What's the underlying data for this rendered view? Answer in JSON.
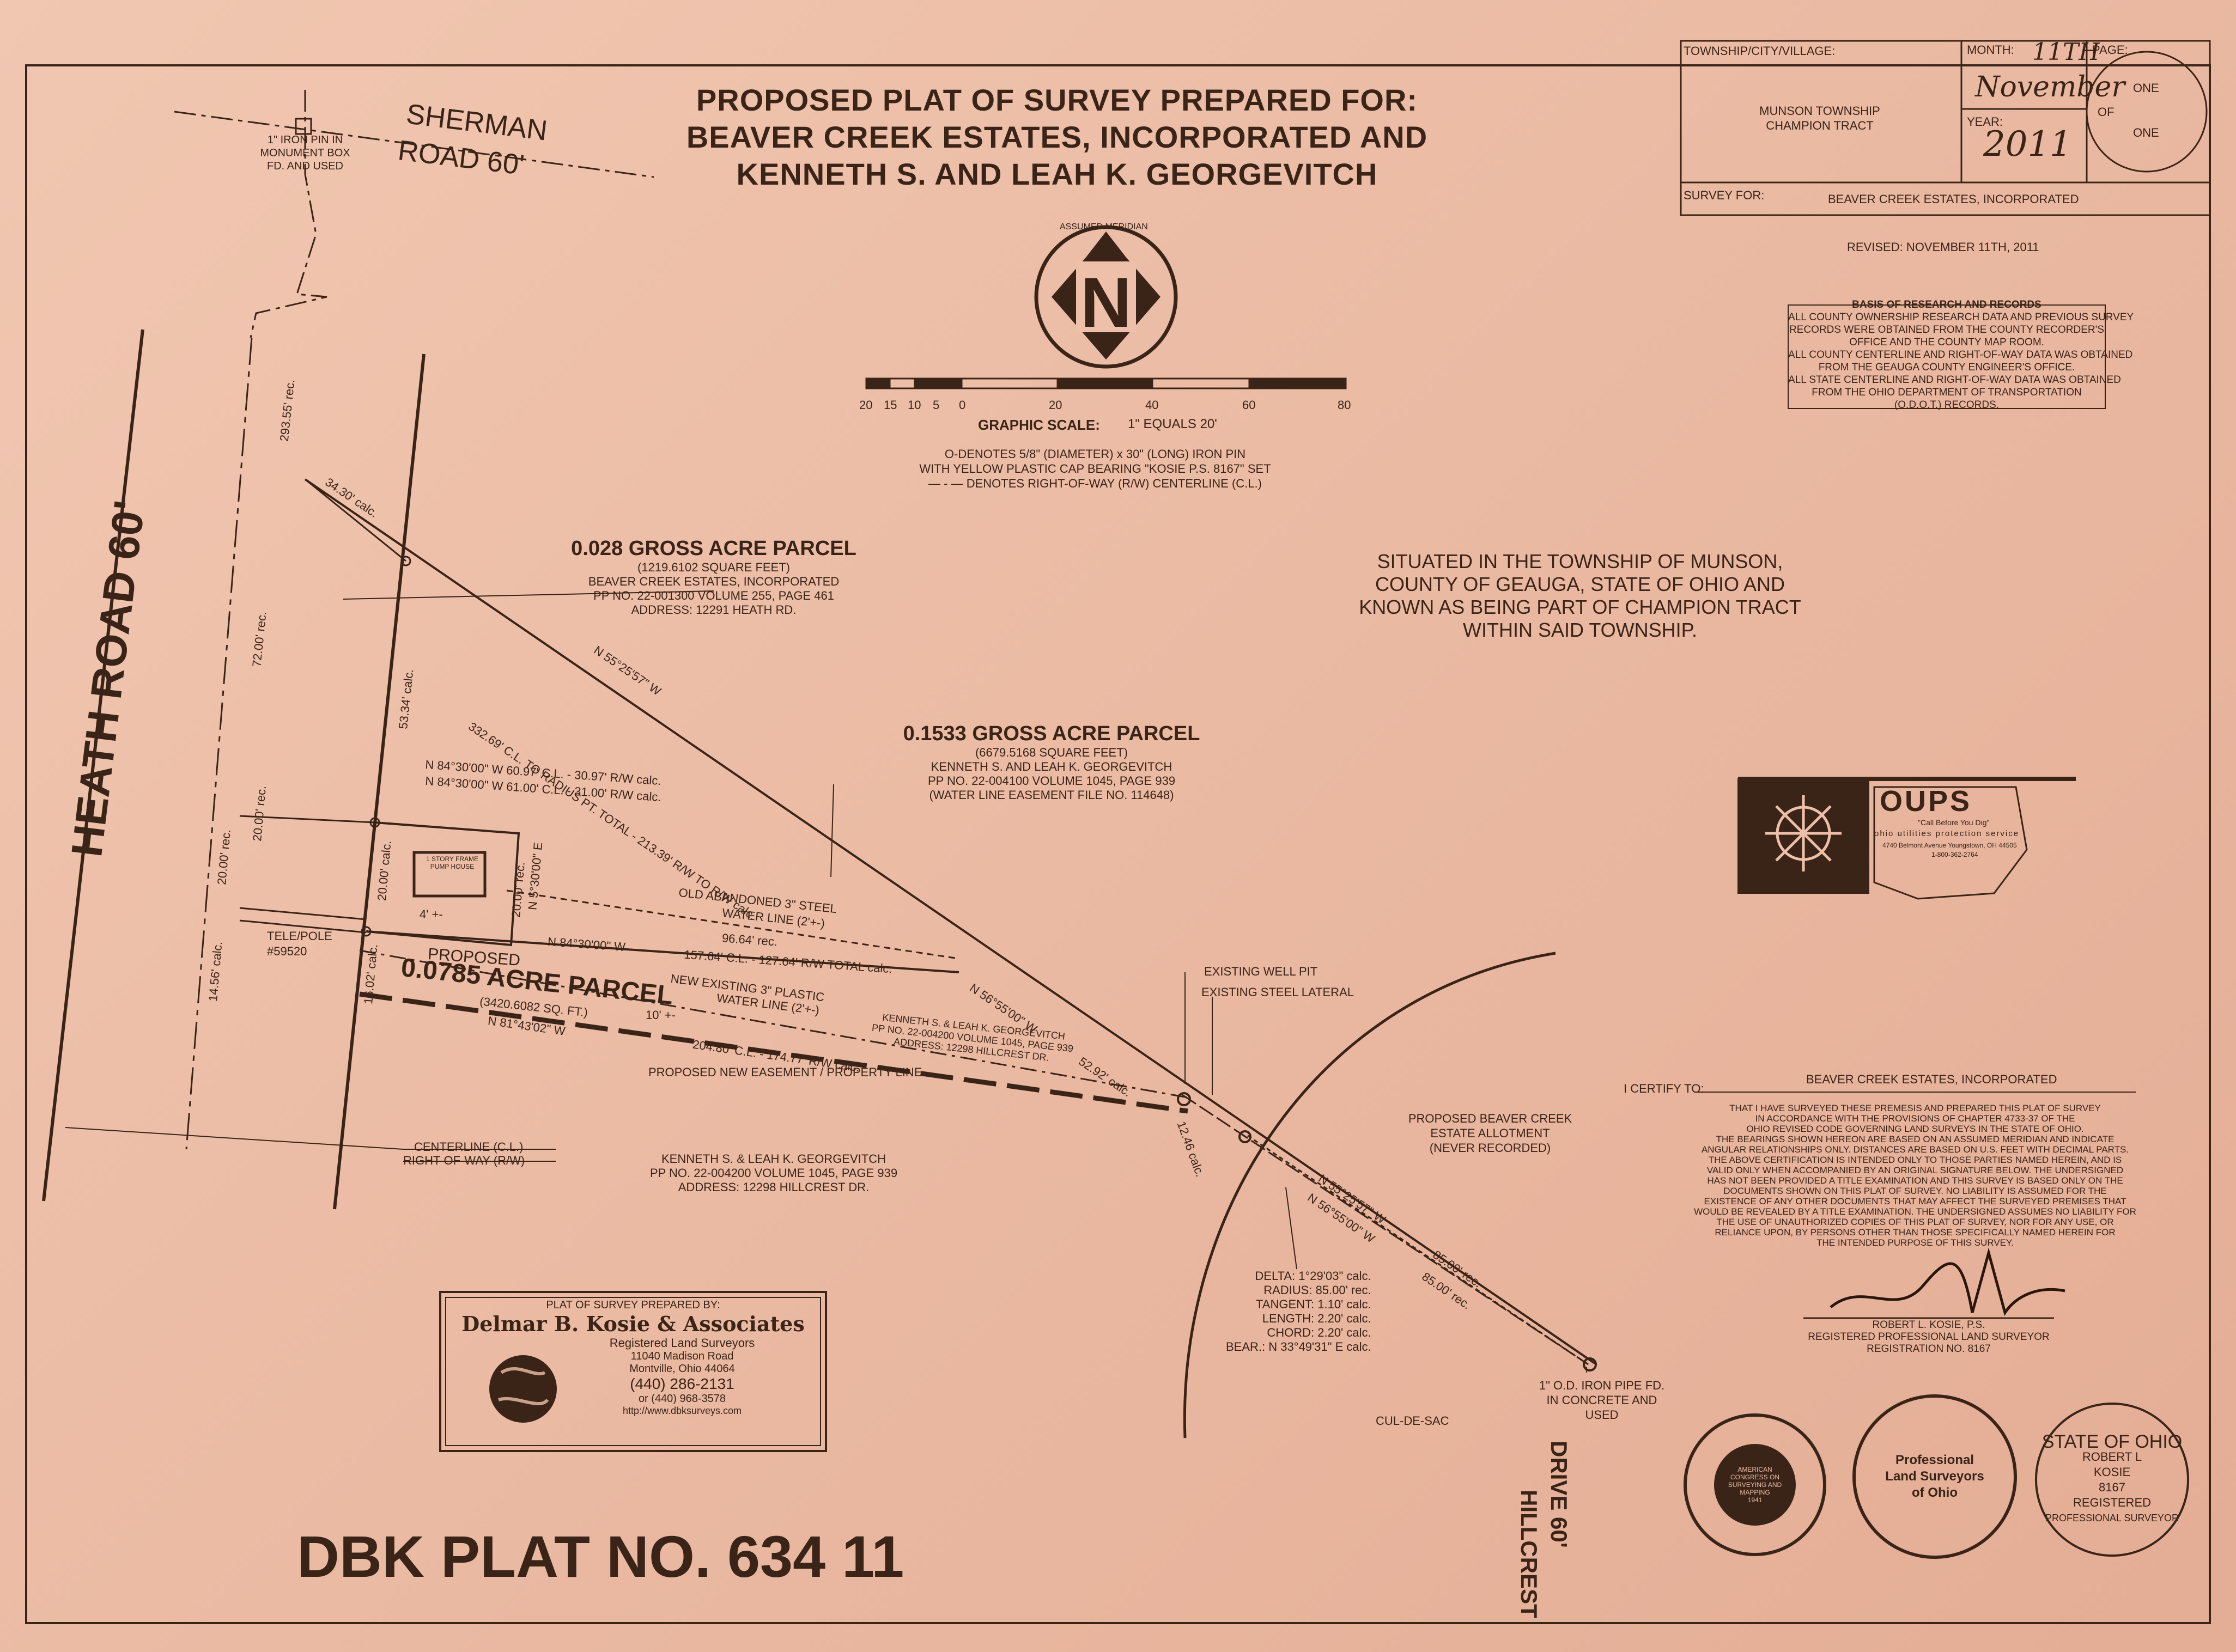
{
  "title": {
    "line1": "PROPOSED PLAT OF SURVEY PREPARED FOR:",
    "line2": "BEAVER CREEK ESTATES, INCORPORATED AND",
    "line3": "KENNETH S. AND LEAH K. GEORGEVITCH"
  },
  "title_block": {
    "township_label": "TOWNSHIP/CITY/VILLAGE:",
    "township_value1": "MUNSON TOWNSHIP",
    "township_value2": "CHAMPION TRACT",
    "month_label": "MONTH:",
    "month_day": "11TH",
    "month_value": "November",
    "year_label": "YEAR:",
    "year_value": "2011",
    "page_label": "PAGE:",
    "page_num": "ONE",
    "page_of": "OF",
    "page_total": "ONE",
    "survey_for_label": "SURVEY FOR:",
    "survey_for_value": "BEAVER CREEK ESTATES, INCORPORATED"
  },
  "revised": "REVISED: NOVEMBER 11TH, 2011",
  "basis": {
    "heading": "BASIS OF RESEARCH AND RECORDS",
    "lines": [
      "ALL COUNTY OWNERSHIP RESEARCH DATA AND PREVIOUS SURVEY",
      "RECORDS WERE OBTAINED FROM THE COUNTY RECORDER'S",
      "OFFICE AND THE COUNTY MAP ROOM.",
      "ALL COUNTY CENTERLINE AND RIGHT-OF-WAY DATA WAS OBTAINED",
      "FROM THE GEAUGA COUNTY ENGINEER'S OFFICE.",
      "ALL STATE CENTERLINE AND RIGHT-OF-WAY DATA WAS OBTAINED",
      "FROM THE OHIO DEPARTMENT OF TRANSPORTATION",
      "(O.D.O.T.) RECORDS."
    ]
  },
  "north": {
    "label": "ASSUMED MERIDIAN",
    "letter": "N"
  },
  "scale": {
    "ticks": [
      "20",
      "15",
      "10",
      "5",
      "0",
      "20",
      "40",
      "60",
      "80"
    ],
    "label": "GRAPHIC SCALE:",
    "equals": "1\" EQUALS 20'",
    "legend1a": "O-DENOTES 5/8\" (DIAMETER) x 30\" (LONG) IRON PIN",
    "legend1b": "WITH YELLOW PLASTIC CAP BEARING \"KOSIE P.S. 8167\" SET",
    "legend2": "— - — DENOTES RIGHT-OF-WAY (R/W) CENTERLINE (C.L.)"
  },
  "situated": [
    "SITUATED IN THE TOWNSHIP OF MUNSON,",
    "COUNTY OF GEAUGA, STATE OF OHIO AND",
    "KNOWN AS BEING PART OF CHAMPION TRACT",
    "WITHIN SAID TOWNSHIP."
  ],
  "roads": {
    "sherman1": "SHERMAN",
    "sherman2": "ROAD 60'",
    "heath": "HEATH ROAD 60'",
    "hillcrest1": "HILLCREST",
    "hillcrest2": "DRIVE 60'",
    "culdesac": "CUL-DE-SAC"
  },
  "monument": [
    "1\" IRON PIN IN",
    "MONUMENT BOX",
    "FD. AND USED"
  ],
  "parcel1": {
    "title": "0.028 GROSS ACRE PARCEL",
    "lines": [
      "(1219.6102 SQUARE FEET)",
      "BEAVER CREEK ESTATES, INCORPORATED",
      "PP NO. 22-001300  VOLUME 255, PAGE 461",
      "ADDRESS: 12291 HEATH RD."
    ]
  },
  "parcel2": {
    "title": "0.1533 GROSS ACRE PARCEL",
    "lines": [
      "(6679.5168 SQUARE FEET)",
      "KENNETH S. AND LEAH K. GEORGEVITCH",
      "PP NO. 22-004100  VOLUME 1045, PAGE 939",
      "(WATER LINE EASEMENT FILE NO. 114648)"
    ]
  },
  "parcel3": {
    "proposed": "PROPOSED",
    "title": "0.0785 ACRE PARCEL",
    "sqft": "(3420.6082 SQ. FT.)"
  },
  "owner_block": [
    "KENNETH S. & LEAH K. GEORGEVITCH",
    "PP NO. 22-004200  VOLUME 1045, PAGE 939",
    "ADDRESS: 12298 HILLCREST DR."
  ],
  "owner_small": [
    "KENNETH S. & LEAH K. GEORGEVITCH",
    "PP NO. 22-004200  VOLUME 1045, PAGE 939",
    "ADDRESS: 12298 HILLCREST DR."
  ],
  "dims": {
    "d1": "34.30' calc.",
    "d2": "293.55' rec.",
    "d3": "72.00' rec.",
    "d4": "53.34' calc.",
    "d5": "332.69' C.L. TO RADIUS PT. TOTAL - 213.39' R/W TO R/W calc.",
    "d6": "N 55°25'57\" W",
    "d7": "N 84°30'00\" W   60.97' C.L. - 30.97' R/W calc.",
    "d8": "N 84°30'00\" W   61.00' C.L. - 31.00' R/W calc.",
    "d9": "20.00' rec.",
    "d10": "20.00' calc.",
    "d11": "20.00' rec.",
    "d12": "N 5°30'00\" E",
    "d13": "N 84°30'00\" W",
    "d14": "96.64' rec.",
    "d15": "157.64' C.L. - 127.64' R/W TOTAL calc.",
    "d16": "N 56°55'00\" W",
    "d17": "N 81°43'02\" W",
    "d18": "204.80' C.L. - 174.77' R/W calc.",
    "d19": "52.92' calc.",
    "d20": "12.46 calc.",
    "d21": "14.56' calc.",
    "d22": "16.02' calc.",
    "d23": "10' +-",
    "d24": "4' +-",
    "d25": "N 55°25'57\" W",
    "d26": "N 56°55'00\" W",
    "d27": "85.00' rec.",
    "d28": "85.00' rec.",
    "d29": "20.00' rec."
  },
  "labels": {
    "pumphouse": "1 STORY FRAME PUMP HOUSE",
    "waterline_old1": "OLD ABANDONED 3\" STEEL",
    "waterline_old2": "WATER LINE (2'+-)",
    "waterline_new1": "NEW EXISTING 3\" PLASTIC",
    "waterline_new2": "WATER LINE (2'+-)",
    "easement": "PROPOSED NEW EASEMENT / PROPERTY LINE",
    "telepole1": "TELE/POLE",
    "telepole2": "#59520",
    "wellpit": "EXISTING WELL PIT",
    "lateral": "EXISTING STEEL LATERAL",
    "centerline": "CENTERLINE (C.L.)",
    "row": "RIGHT-OF-WAY (R/W)",
    "allot1": "PROPOSED BEAVER CREEK",
    "allot2": "ESTATE ALLOTMENT",
    "allot3": "(NEVER RECORDED)",
    "ironpipe1": "1\" O.D. IRON PIPE FD.",
    "ironpipe2": "IN CONCRETE AND",
    "ironpipe3": "USED"
  },
  "curve": [
    "DELTA: 1°29'03\" calc.",
    "RADIUS: 85.00' rec.",
    "TANGENT: 1.10' calc.",
    "LENGTH: 2.20' calc.",
    "CHORD: 2.20' calc.",
    "BEAR.: N 33°49'31\" E calc."
  ],
  "certify": {
    "label": "I CERTIFY TO:",
    "to": "BEAVER CREEK ESTATES, INCORPORATED",
    "lines": [
      "THAT I HAVE SURVEYED THESE PREMESIS AND PREPARED THIS PLAT OF SURVEY",
      "IN ACCORDANCE WITH THE PROVISIONS OF CHAPTER 4733-37 OF THE",
      "OHIO REVISED CODE GOVERNING LAND SURVEYS IN THE STATE OF OHIO.",
      "THE BEARINGS SHOWN HEREON ARE BASED ON AN ASSUMED MERIDIAN AND INDICATE",
      "ANGULAR RELATIONSHIPS ONLY. DISTANCES ARE BASED ON U.S. FEET WITH DECIMAL PARTS.",
      "THE ABOVE CERTIFICATION IS INTENDED ONLY TO THOSE PARTIES NAMED HEREIN, AND IS",
      "VALID ONLY WHEN ACCOMPANIED BY AN ORIGINAL SIGNATURE BELOW. THE UNDERSIGNED",
      "HAS NOT BEEN PROVIDED A TITLE EXAMINATION AND THIS SURVEY IS BASED ONLY ON THE",
      "DOCUMENTS SHOWN ON THIS PLAT OF SURVEY. NO LIABILITY IS ASSUMED FOR THE",
      "EXISTENCE OF ANY OTHER DOCUMENTS THAT MAY AFFECT THE SURVEYED PREMISES THAT",
      "WOULD BE REVEALED BY A TITLE EXAMINATION. THE UNDERSIGNED ASSUMES NO LIABILITY FOR",
      "THE USE OF UNAUTHORIZED COPIES OF THIS PLAT OF SURVEY, NOR FOR ANY USE, OR",
      "RELIANCE UPON, BY PERSONS OTHER THAN THOSE SPECIFICALLY NAMED HEREIN FOR",
      "THE INTENDED PURPOSE OF THIS SURVEY."
    ],
    "name": "ROBERT L. KOSIE, P.S.",
    "title": "REGISTERED PROFESSIONAL LAND SURVEYOR",
    "reg": "REGISTRATION NO. 8167"
  },
  "oups": {
    "name": "OUPS",
    "tag": "\"Call Before You Dig\"",
    "sub": "ohio utilities protection service",
    "addr": "4740 Belmont Avenue  Youngstown, OH  44505",
    "phone": "1-800-362-2764"
  },
  "firm": {
    "prepared": "PLAT OF SURVEY PREPARED BY:",
    "name": "Delmar B. Kosie & Associates",
    "sub": "Registered Land Surveyors",
    "addr1": "11040 Madison Road",
    "addr2": "Montville, Ohio  44064",
    "phone1": "(440) 286-2131",
    "phone2": "or (440) 968-3578",
    "web": "http://www.dbksurveys.com"
  },
  "plat_no": "DBK PLAT NO. 634  11",
  "seals": {
    "acsm1": "AMERICAN CONGRESS ON SURVEYING AND MAPPING",
    "acsm2": "1941",
    "plso": "Professional Land Surveyors of Ohio",
    "state1": "STATE OF OHIO",
    "state2": "ROBERT L",
    "state3": "KOSIE",
    "state4": "8167",
    "state5": "REGISTERED",
    "state6": "PROFESSIONAL SURVEYOR"
  },
  "colors": {
    "ink": "#3a2418",
    "paper": "#ebbba4"
  }
}
